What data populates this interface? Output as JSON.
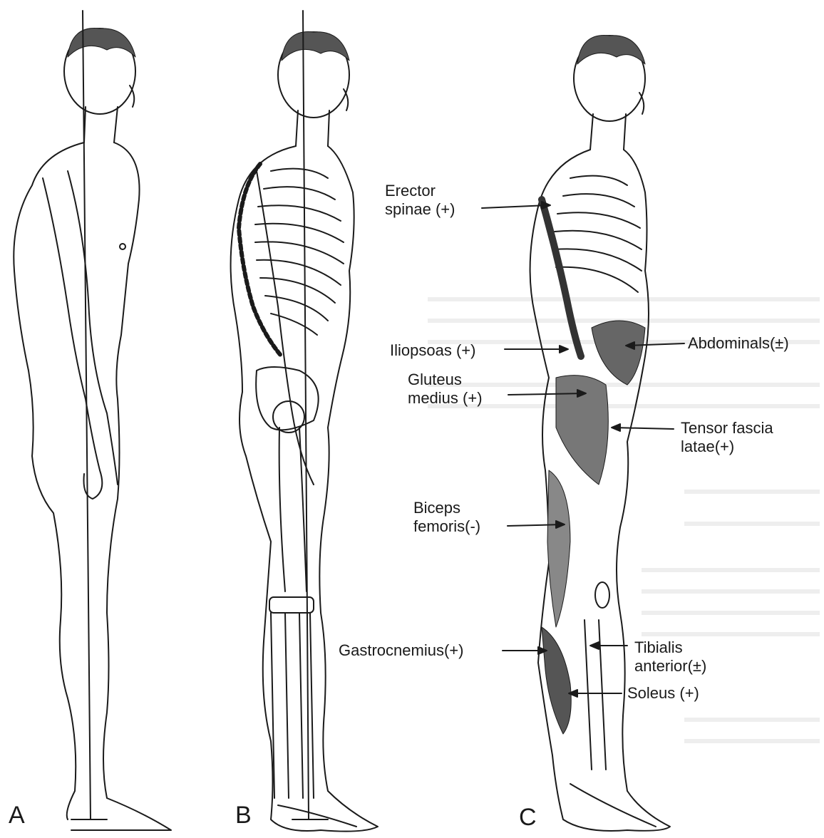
{
  "panels": {
    "a": "A",
    "b": "B",
    "c": "C"
  },
  "labels": {
    "erector": "Erector\nspinae (+)",
    "iliopsoas": "Iliopsoas (+)",
    "abdominals": "Abdominals(±)",
    "gluteus": "Gluteus\nmedius (+)",
    "tensor": "Tensor fascia\nlatae(+)",
    "biceps": "Biceps\nfemoris(-)",
    "gastrocnemius": "Gastrocnemius(+)",
    "tibialis": "Tibialis\nanterior(±)",
    "soleus": "Soleus (+)"
  },
  "colors": {
    "ink": "#1a1a1a",
    "paper": "#ffffff",
    "bleed": "#d9d9d9"
  }
}
